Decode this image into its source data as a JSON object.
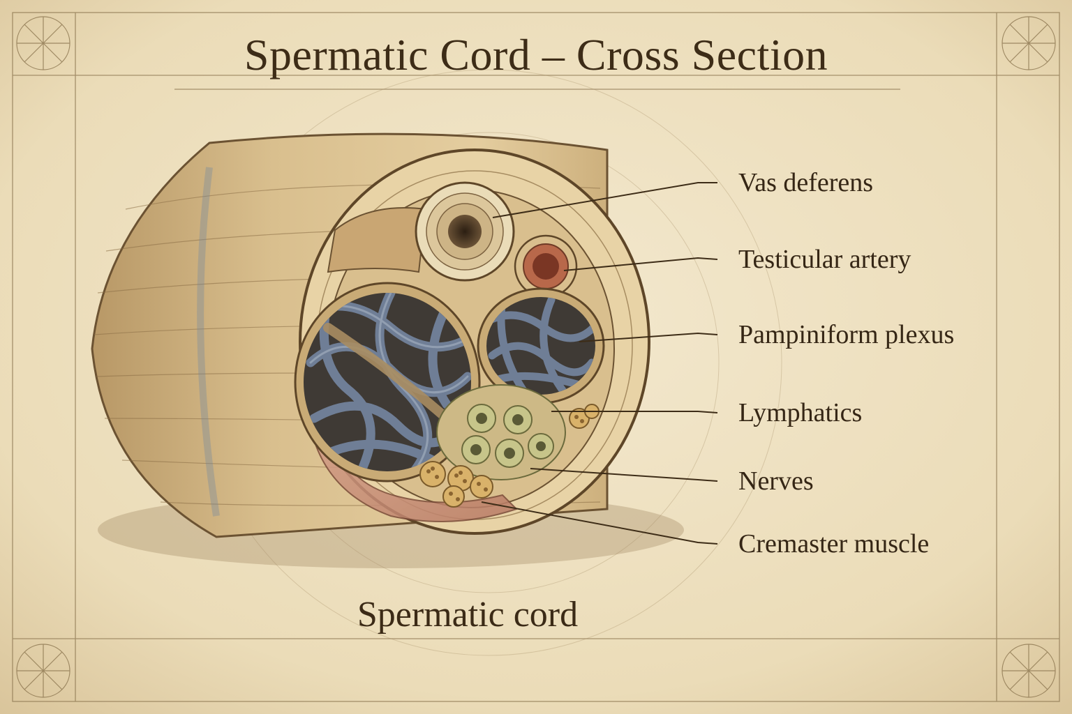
{
  "title": "Spermatic Cord – Cross Section",
  "caption": "Spermatic cord",
  "labels": [
    {
      "key": "vas-deferens",
      "text": "Vas deferens"
    },
    {
      "key": "testicular-artery",
      "text": "Testicular artery"
    },
    {
      "key": "pampiniform-plexus",
      "text": "Pampiniform plexus"
    },
    {
      "key": "lymphatics",
      "text": "Lymphatics"
    },
    {
      "key": "nerves",
      "text": "Nerves"
    },
    {
      "key": "cremaster-muscle",
      "text": "Cremaster muscle"
    }
  ],
  "colors": {
    "parchment": "#efe2c4",
    "ink": "#3d2c17",
    "tissue": "#e6cfa0",
    "vein": "#5f6e86",
    "artery": "#a55a3c",
    "lymph": "#b9b77c",
    "nerve": "#d4a85a",
    "muscle": "#c98c78"
  }
}
